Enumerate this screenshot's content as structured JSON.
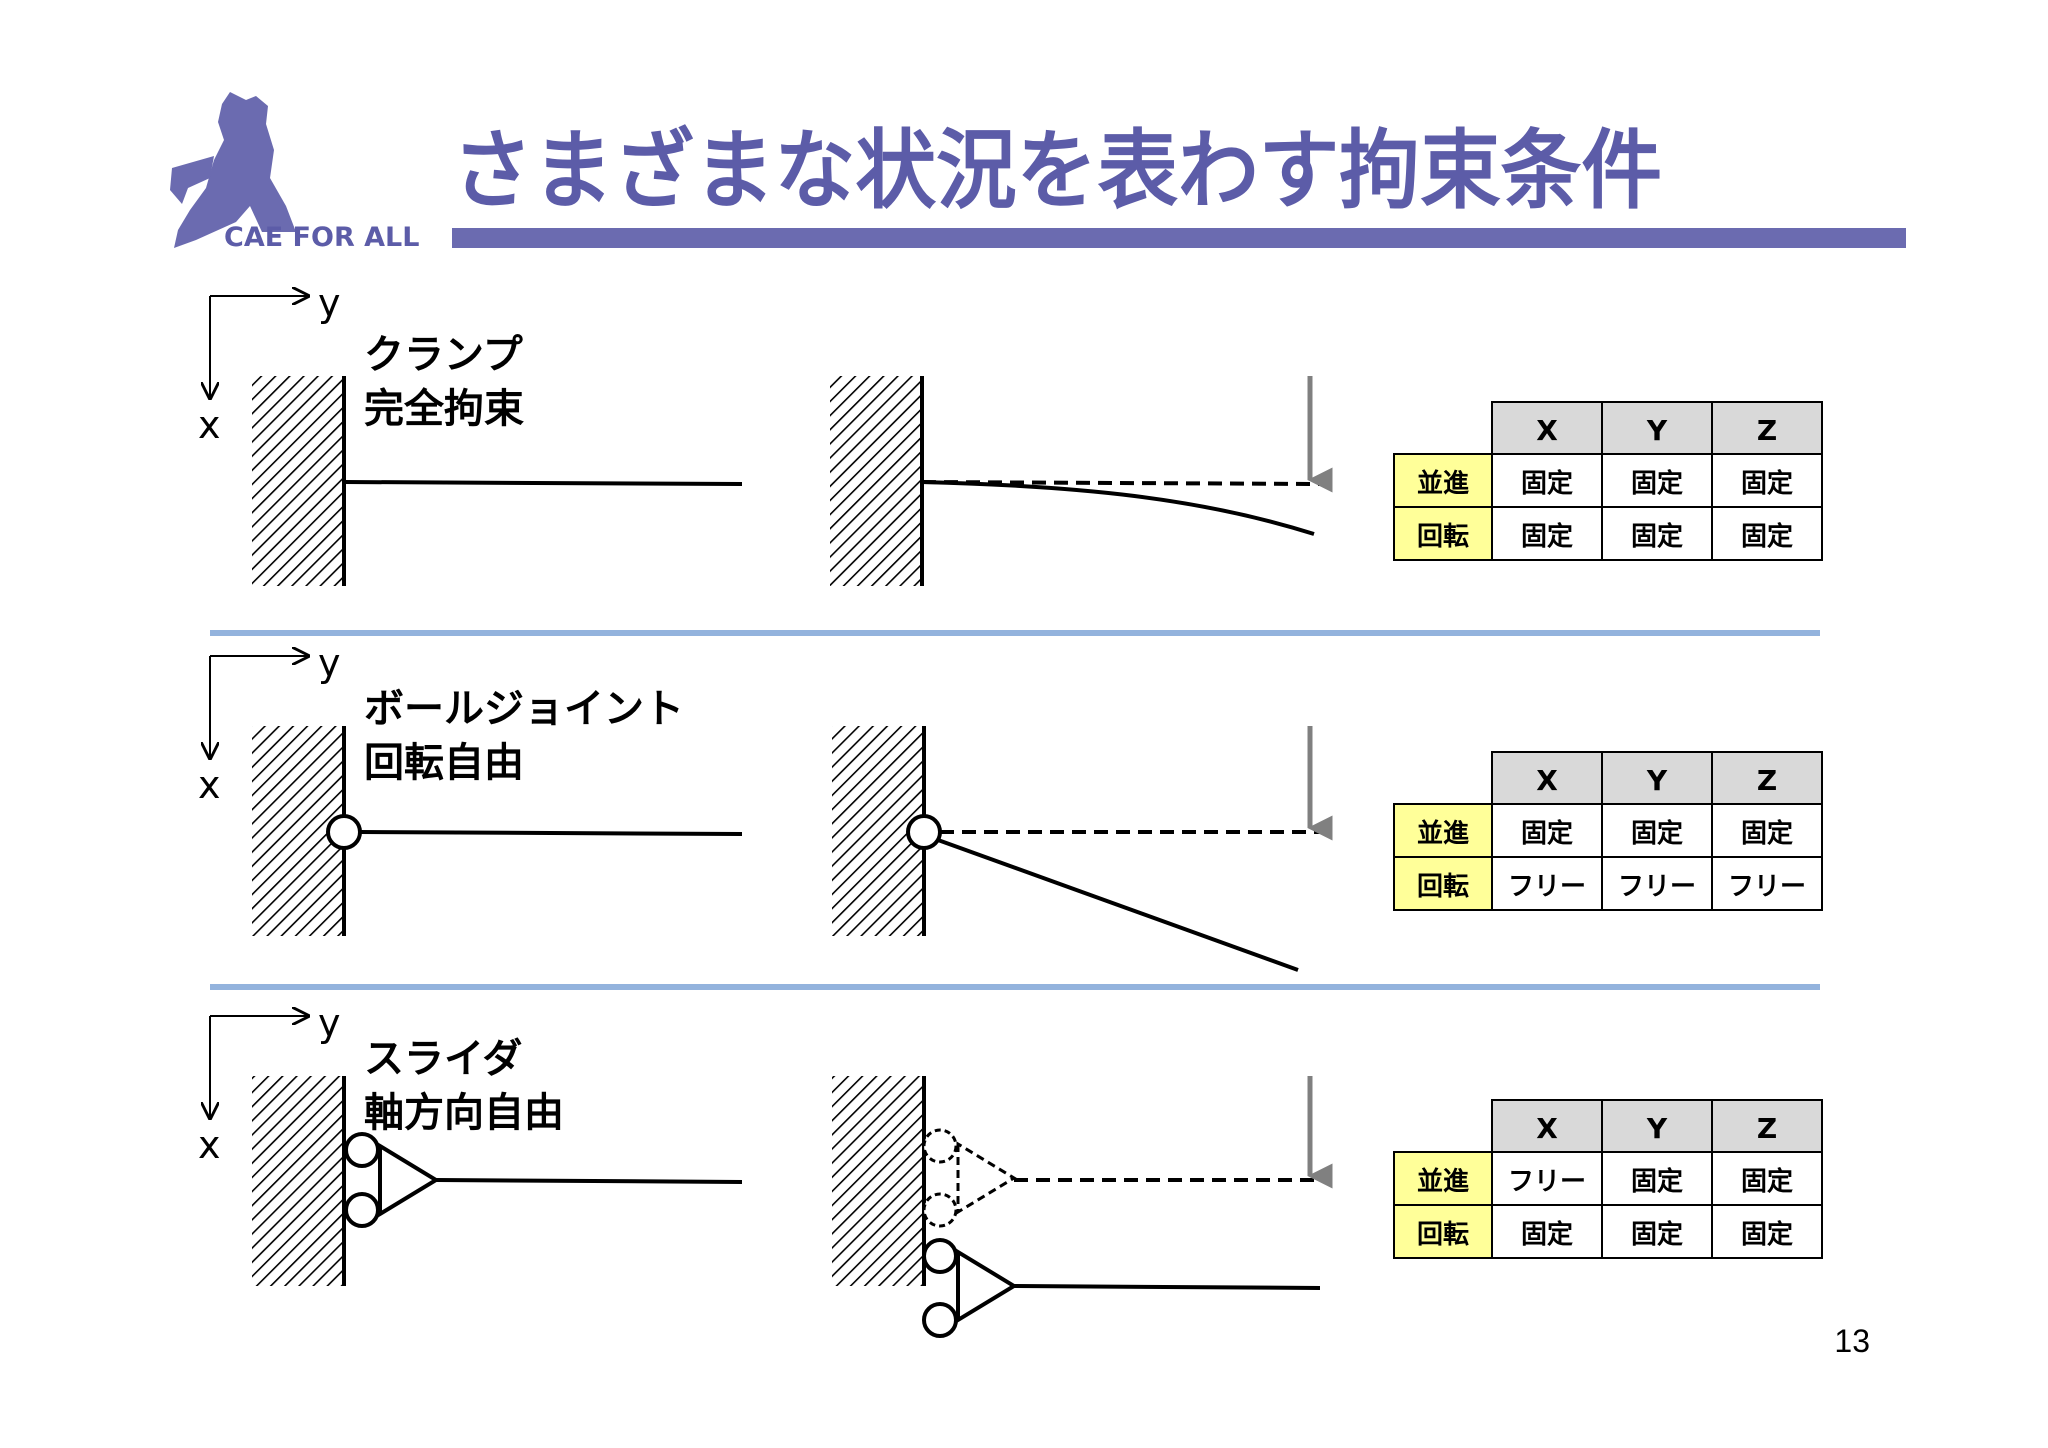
{
  "title": "さまざまな状況を表わす拘束条件",
  "logo": {
    "text": "CAE FOR ALL"
  },
  "axis": {
    "x": "x",
    "y": "y"
  },
  "sections": [
    {
      "name_line1": "クランプ",
      "name_line2": "完全拘束",
      "table": {
        "headers": [
          "X",
          "Y",
          "Z"
        ],
        "rows": [
          {
            "label": "並進",
            "cells": [
              "固定",
              "固定",
              "固定"
            ]
          },
          {
            "label": "回転",
            "cells": [
              "固定",
              "固定",
              "固定"
            ]
          }
        ]
      }
    },
    {
      "name_line1": "ボールジョイント",
      "name_line2": "回転自由",
      "table": {
        "headers": [
          "X",
          "Y",
          "Z"
        ],
        "rows": [
          {
            "label": "並進",
            "cells": [
              "固定",
              "固定",
              "固定"
            ]
          },
          {
            "label": "回転",
            "cells": [
              "フリー",
              "フリー",
              "フリー"
            ]
          }
        ]
      }
    },
    {
      "name_line1": "スライダ",
      "name_line2": "軸方向自由",
      "table": {
        "headers": [
          "X",
          "Y",
          "Z"
        ],
        "rows": [
          {
            "label": "並進",
            "cells": [
              "フリー",
              "固定",
              "固定"
            ]
          },
          {
            "label": "回転",
            "cells": [
              "固定",
              "固定",
              "固定"
            ]
          }
        ]
      }
    }
  ],
  "page_number": "13",
  "colors": {
    "title": "#5c5ca8",
    "bar": "#6b6bb0",
    "separator": "#93b3dd",
    "row_label_bg": "#ffff99",
    "header_bg": "#d9d9d9",
    "arrow": "#808080"
  }
}
